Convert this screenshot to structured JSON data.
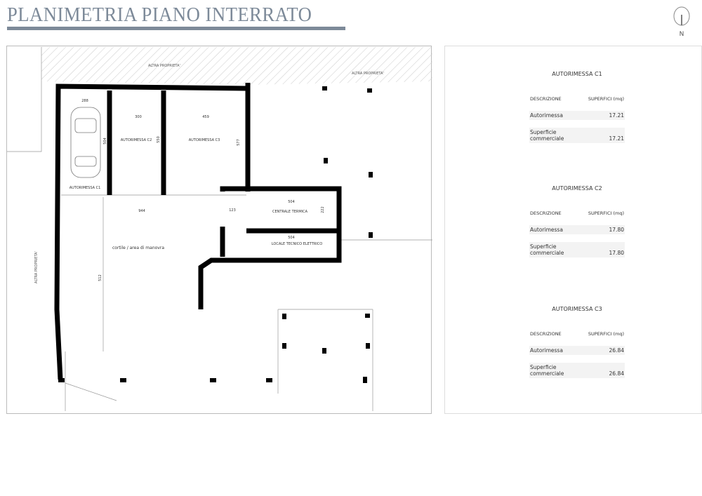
{
  "header": {
    "title": "PLANIMETRIA PIANO INTERRATO",
    "north_label": "N",
    "north_icon": "compass-north-icon"
  },
  "plan": {
    "neighbors": [
      "ALTRA PROPRIETA'",
      "ALTRA PROPRIETA'",
      "ALTRA PROPRIETA'"
    ],
    "rooms": {
      "c1": "AUTORIMESSA C1",
      "c2": "AUTORIMESSA C2",
      "c3": "AUTORIMESSA C3",
      "centrale": "CENTRALE TERMICA",
      "locale": "LOCALE TECNICO ELETTRICO",
      "cortile": "cortile / area di manovra"
    },
    "dims": {
      "c1_w": "288",
      "c1_h": "504",
      "c2_w": "300",
      "c2_h": "550",
      "c3_w": "459",
      "c3_h": "577",
      "corr": "944",
      "corr2": "123",
      "ct_w": "504",
      "ct_h": "222",
      "lt_w": "504",
      "court_h": "512"
    }
  },
  "tables": [
    {
      "title": "AUTORIMESSA C1",
      "col1": "DESCRIZIONE",
      "col2": "SUPERFICI (mq)",
      "rows": [
        {
          "label": "Autorimessa",
          "value": "17.21"
        },
        {
          "label1": "Superficie",
          "label2": "commerciale",
          "value": "17.21"
        }
      ]
    },
    {
      "title": "AUTORIMESSA C2",
      "col1": "DESCRIZIONE",
      "col2": "SUPERFICI (mq)",
      "rows": [
        {
          "label": "Autorimessa",
          "value": "17.80"
        },
        {
          "label1": "Superficie",
          "label2": "commerciale",
          "value": "17.80"
        }
      ]
    },
    {
      "title": "AUTORIMESSA C3",
      "col1": "DESCRIZIONE",
      "col2": "SUPERFICI (mq)",
      "rows": [
        {
          "label": "Autorimessa",
          "value": "26.84"
        },
        {
          "label1": "Superficie",
          "label2": "commerciale",
          "value": "26.84"
        }
      ]
    }
  ]
}
